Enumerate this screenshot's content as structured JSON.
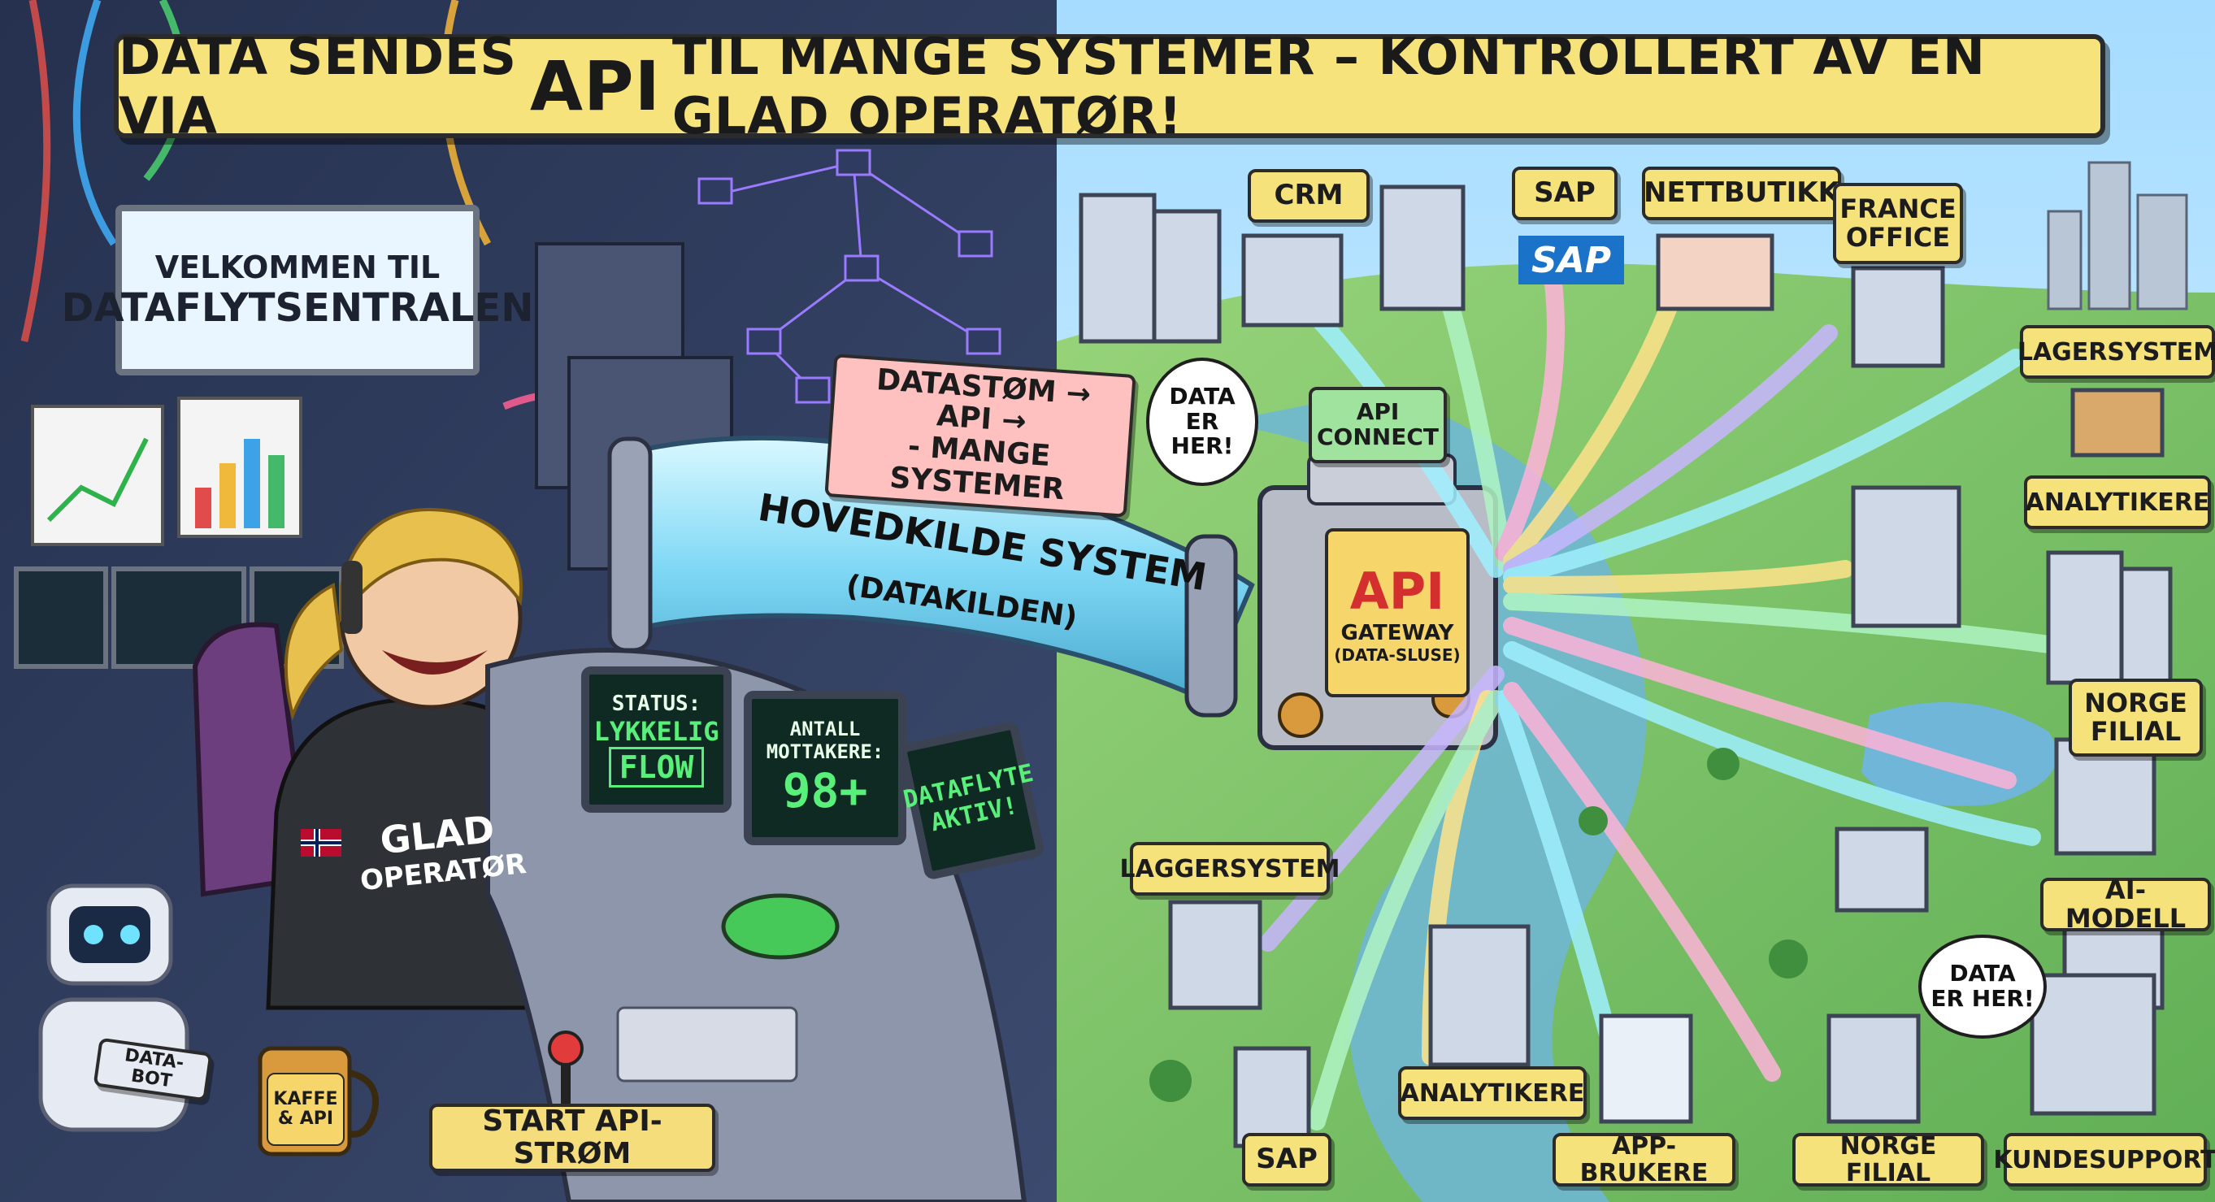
{
  "banner": {
    "before": "DATA SENDES VIA",
    "highlight": "API",
    "after": "TIL MANGE SYSTEMER – KONTROLLERT AV EN GLAD OPERATØR!"
  },
  "welcome_sign": {
    "line1": "VELKOMMEN TIL",
    "line2": "DATAFLYTSENTRALEN"
  },
  "pipe_sign": "DATASTØM → API →\n- MANGE SYSTEMER",
  "pipe": {
    "title": "HOVEDKILDE SYSTEM",
    "subtitle": "(DATAKILDEN)"
  },
  "gateway": {
    "title": "API",
    "line2": "GATEWAY",
    "line3": "(DATA-SLUSE)",
    "connect_label": "API\nCONNECT"
  },
  "bubbles": {
    "top": "DATA\nER\nHER!",
    "bottom": "DATA\nER HER!"
  },
  "console": {
    "status_label": "STATUS:",
    "status_value": "LYKKELIG",
    "status_flow": "FLOW",
    "recipients_label": "ANTALL\nMOTTAKERE:",
    "recipients_value": "98+",
    "flow_label": "DATAFLYTE\nAKTIV!",
    "start_button": "START API-STRØM"
  },
  "operator": {
    "hoodie_line1": "GLAD",
    "hoodie_line2": "OPERATØR"
  },
  "robot_label": "DATA-BOT",
  "mug_label": "KAFFE\n& API",
  "sap_logo": "SAP",
  "systems": [
    {
      "id": "crm",
      "label": "CRM"
    },
    {
      "id": "sap-top",
      "label": "SAP"
    },
    {
      "id": "nettbutikk",
      "label": "NETTBUTIKK"
    },
    {
      "id": "france-office",
      "label": "FRANCE\nOFFICE"
    },
    {
      "id": "lagersystem-top",
      "label": "LAGERSYSTEM"
    },
    {
      "id": "analytikere-right",
      "label": "ANALYTIKERE"
    },
    {
      "id": "norge-filial-right",
      "label": "NORGE\nFILIAL"
    },
    {
      "id": "ai-modell",
      "label": "AI-MODELL"
    },
    {
      "id": "laggersystem",
      "label": "LAGGERSYSTEM"
    },
    {
      "id": "analytikere-bottom",
      "label": "ANALYTIKERE"
    },
    {
      "id": "sap-bottom",
      "label": "SAP"
    },
    {
      "id": "app-brukere",
      "label": "APP-BRUKERE"
    },
    {
      "id": "norge-filial-bottom",
      "label": "NORGE FILIAL"
    },
    {
      "id": "kundesupport",
      "label": "KUNDESUPPORT"
    }
  ],
  "colors": {
    "banner": "#f7e37c",
    "label": "#f6e27a",
    "pipe": "#9be8ff",
    "gateway": "#b7bcc7",
    "screen_text": "#58f07a",
    "land": "#7cc46a",
    "water": "#6fb6d8"
  }
}
